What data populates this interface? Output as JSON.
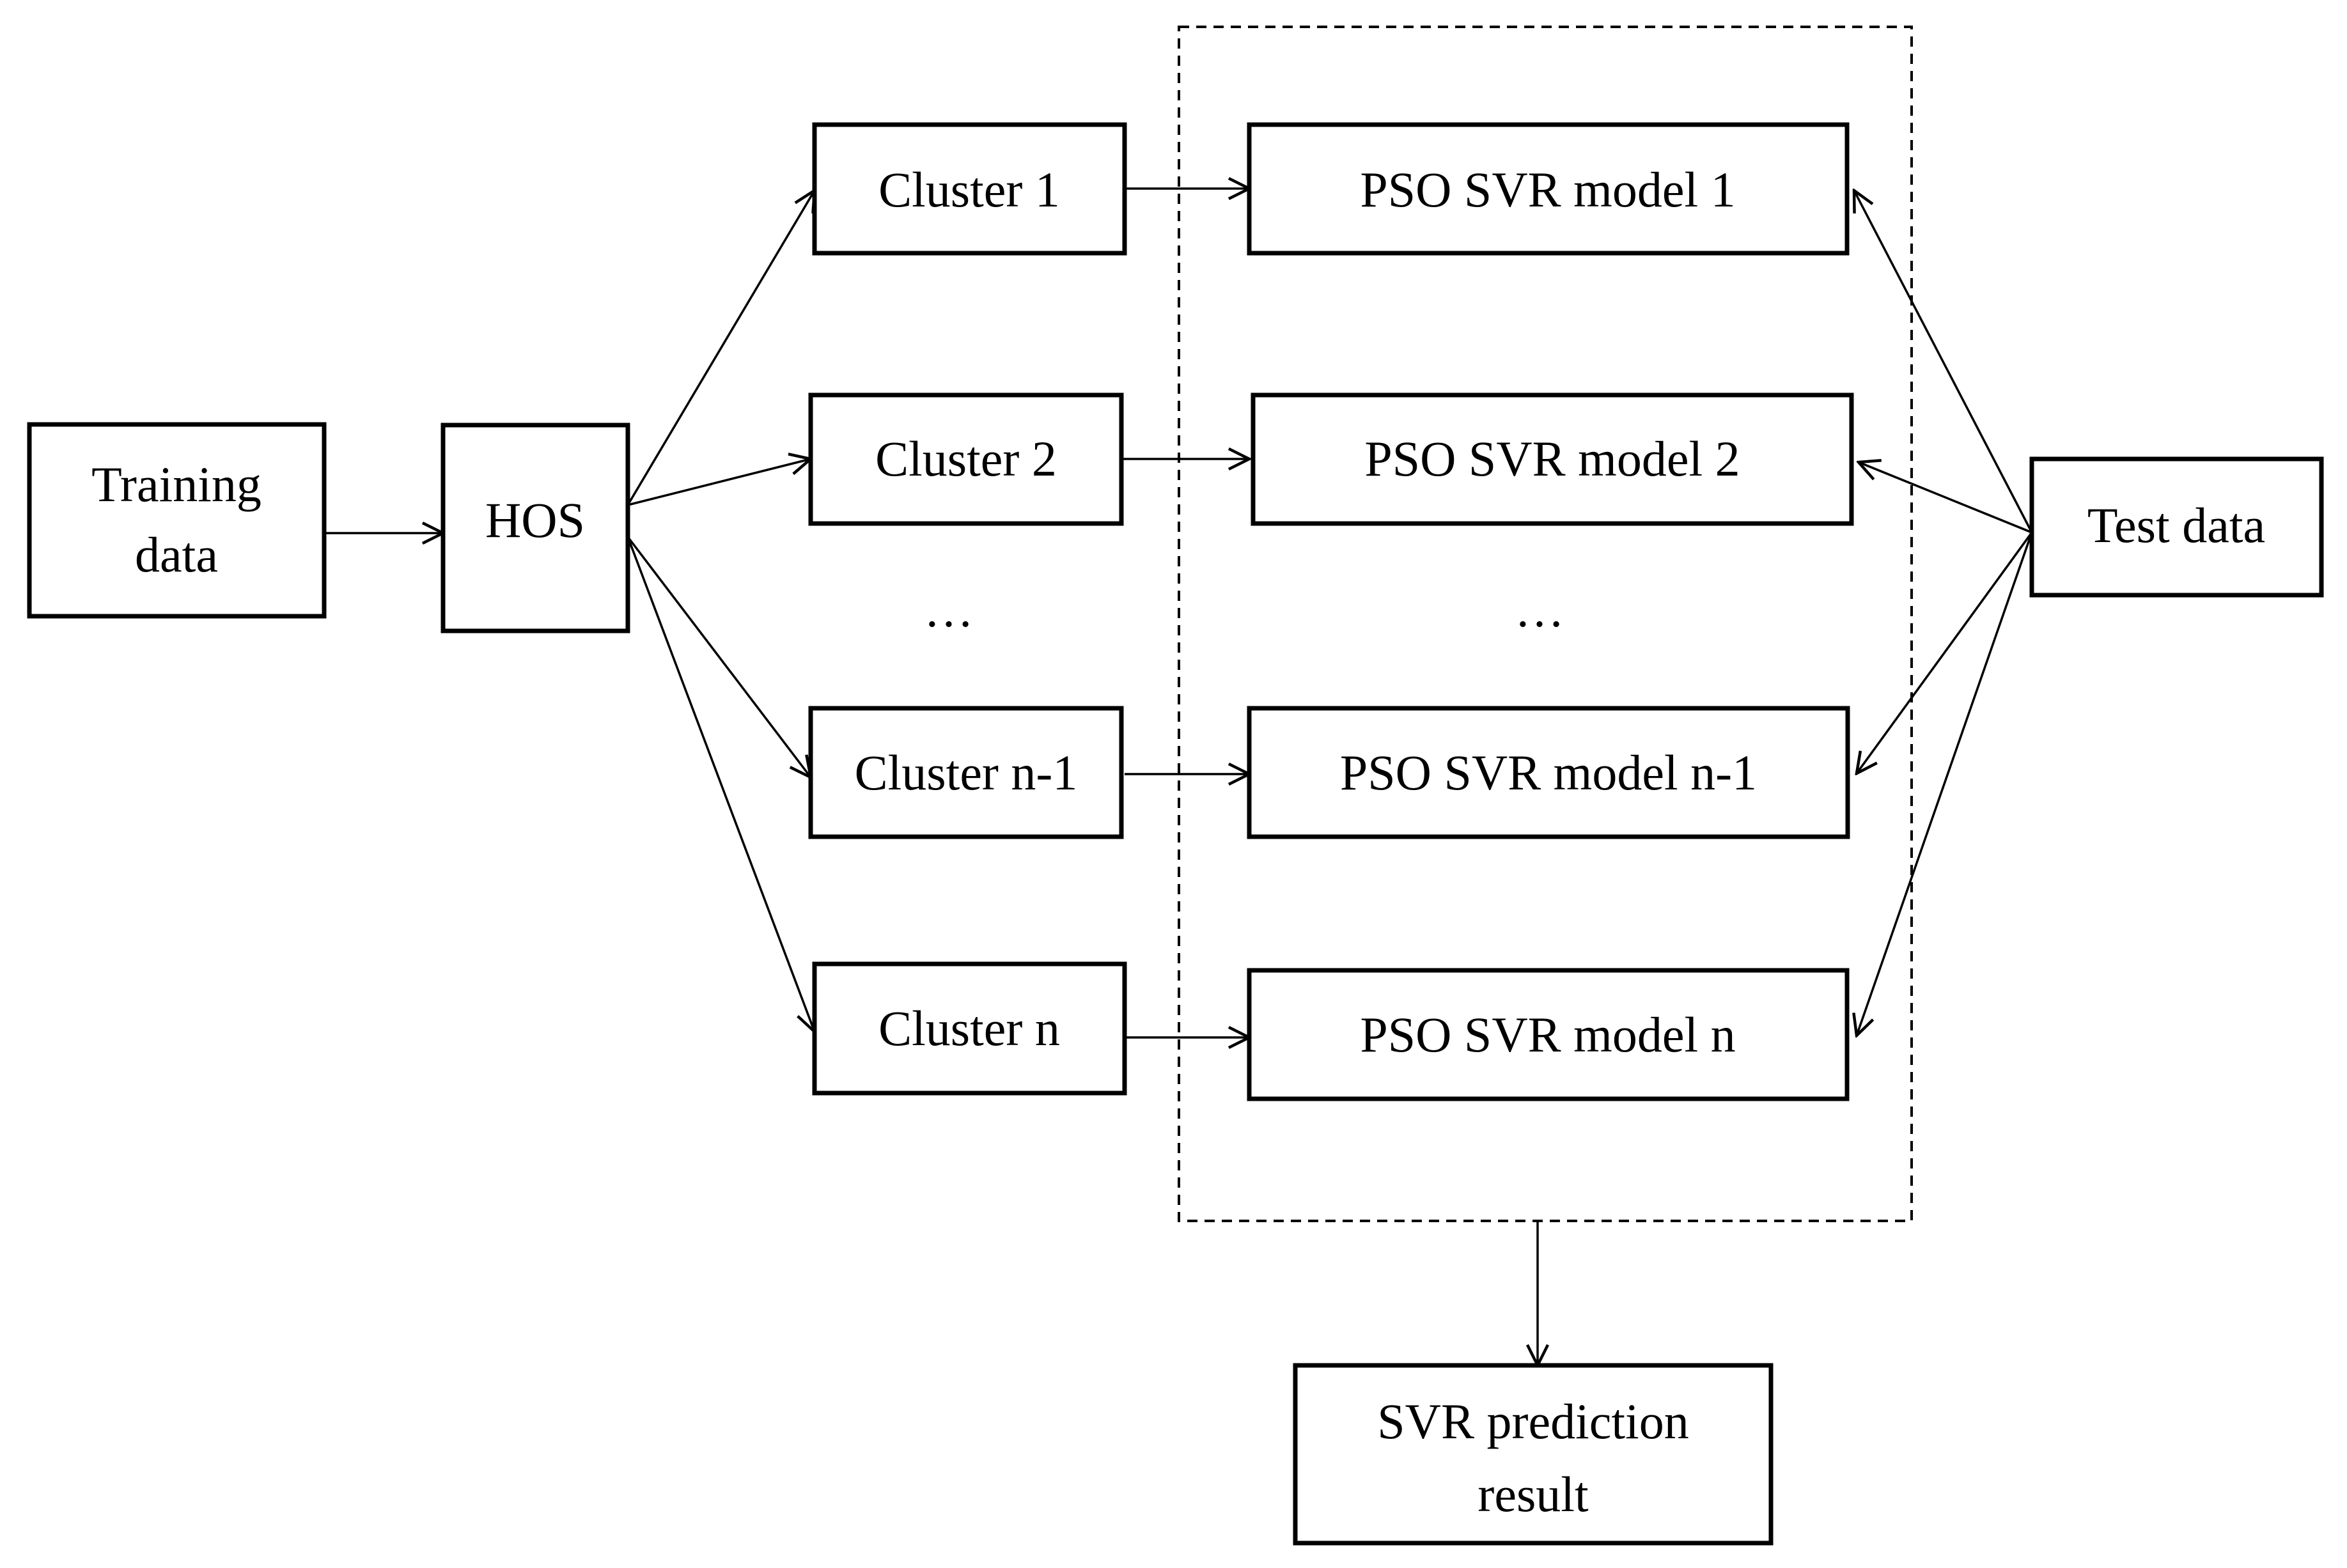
{
  "nodes": {
    "training": {
      "lines": [
        "Training",
        "data"
      ]
    },
    "hos": {
      "lines": [
        "HOS"
      ]
    },
    "cluster1": {
      "lines": [
        "Cluster 1"
      ]
    },
    "cluster2": {
      "lines": [
        "Cluster 2"
      ]
    },
    "cluster_n1": {
      "lines": [
        "Cluster n-1"
      ]
    },
    "cluster_n": {
      "lines": [
        "Cluster n"
      ]
    },
    "model1": {
      "lines": [
        "PSO SVR model 1"
      ]
    },
    "model2": {
      "lines": [
        "PSO SVR model 2"
      ]
    },
    "model_n1": {
      "lines": [
        "PSO SVR model n-1"
      ]
    },
    "model_n": {
      "lines": [
        "PSO SVR model n"
      ]
    },
    "test": {
      "lines": [
        "Test data"
      ]
    },
    "result": {
      "lines": [
        "SVR prediction",
        "result"
      ]
    }
  },
  "ellipsis": {
    "clusters": "…",
    "models": "…"
  },
  "edges": [
    {
      "from": "training",
      "to": "hos"
    },
    {
      "from": "hos",
      "to": "cluster1"
    },
    {
      "from": "hos",
      "to": "cluster2"
    },
    {
      "from": "hos",
      "to": "cluster_n1"
    },
    {
      "from": "hos",
      "to": "cluster_n"
    },
    {
      "from": "cluster1",
      "to": "model1"
    },
    {
      "from": "cluster2",
      "to": "model2"
    },
    {
      "from": "cluster_n1",
      "to": "model_n1"
    },
    {
      "from": "cluster_n",
      "to": "model_n"
    },
    {
      "from": "test",
      "to": "model1"
    },
    {
      "from": "test",
      "to": "model2"
    },
    {
      "from": "test",
      "to": "model_n1"
    },
    {
      "from": "test",
      "to": "model_n"
    },
    {
      "from": "model_group",
      "to": "result"
    }
  ]
}
